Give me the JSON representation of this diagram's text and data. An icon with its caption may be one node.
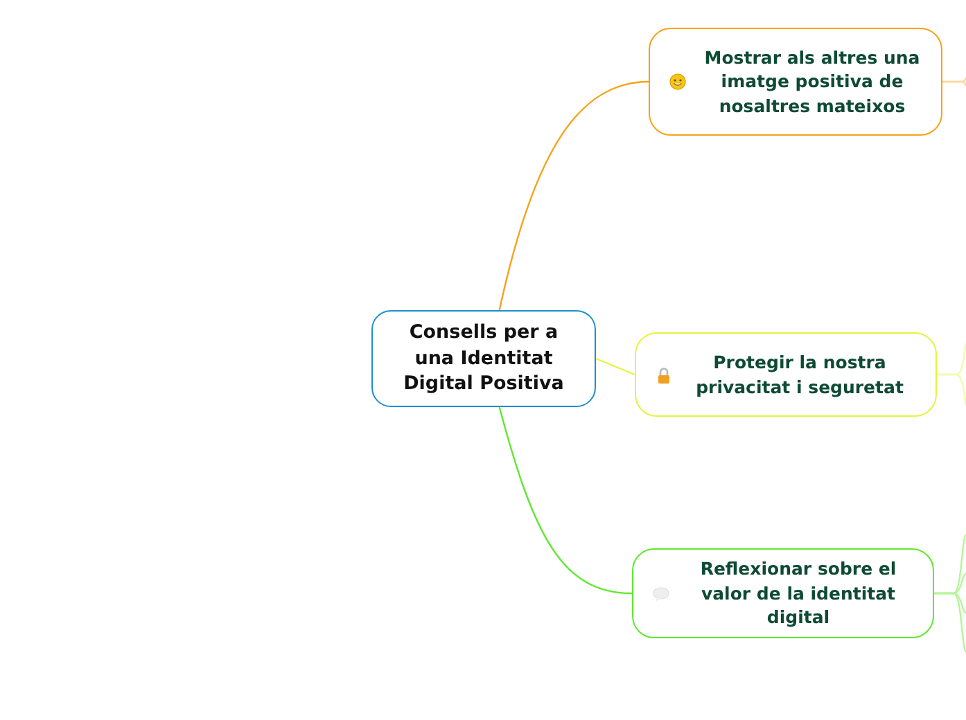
{
  "diagram": {
    "nodes": [
      {
        "text": [
          "Consells per a una Identitat Digital Positiva"
        ]
      },
      {
        "text": [
          "Mostrar als altres una imatge positiva de nosaltres mateixos"
        ]
      },
      {
        "text": [
          "Protegir la nostra privacitat i seguretat"
        ]
      },
      {
        "text": [
          "Reflexionar sobre el valor de la identitat digital"
        ]
      }
    ],
    "edges": [
      {
        "from": 0,
        "to": 1,
        "arrow": "none",
        "color": "#f7a21b"
      },
      {
        "from": 0,
        "to": 2,
        "arrow": "none",
        "color": "#e3f53c"
      },
      {
        "from": 0,
        "to": 3,
        "arrow": "none",
        "color": "#5fe82e"
      },
      {
        "from": 1,
        "to": null,
        "arrow": "none",
        "color": "#fcd9a0"
      },
      {
        "from": 1,
        "to": null,
        "arrow": "none",
        "color": "#fcd9a0"
      },
      {
        "from": 2,
        "to": null,
        "arrow": "none",
        "color": "#f1fab0"
      },
      {
        "from": 2,
        "to": null,
        "arrow": "none",
        "color": "#f1fab0"
      },
      {
        "from": 3,
        "to": null,
        "arrow": "none",
        "color": "#b5f59c"
      },
      {
        "from": 3,
        "to": null,
        "arrow": "none",
        "color": "#b5f59c"
      },
      {
        "from": 3,
        "to": null,
        "arrow": "none",
        "color": "#b5f59c"
      },
      {
        "from": 3,
        "to": null,
        "arrow": "none",
        "color": "#b5f59c"
      }
    ]
  }
}
